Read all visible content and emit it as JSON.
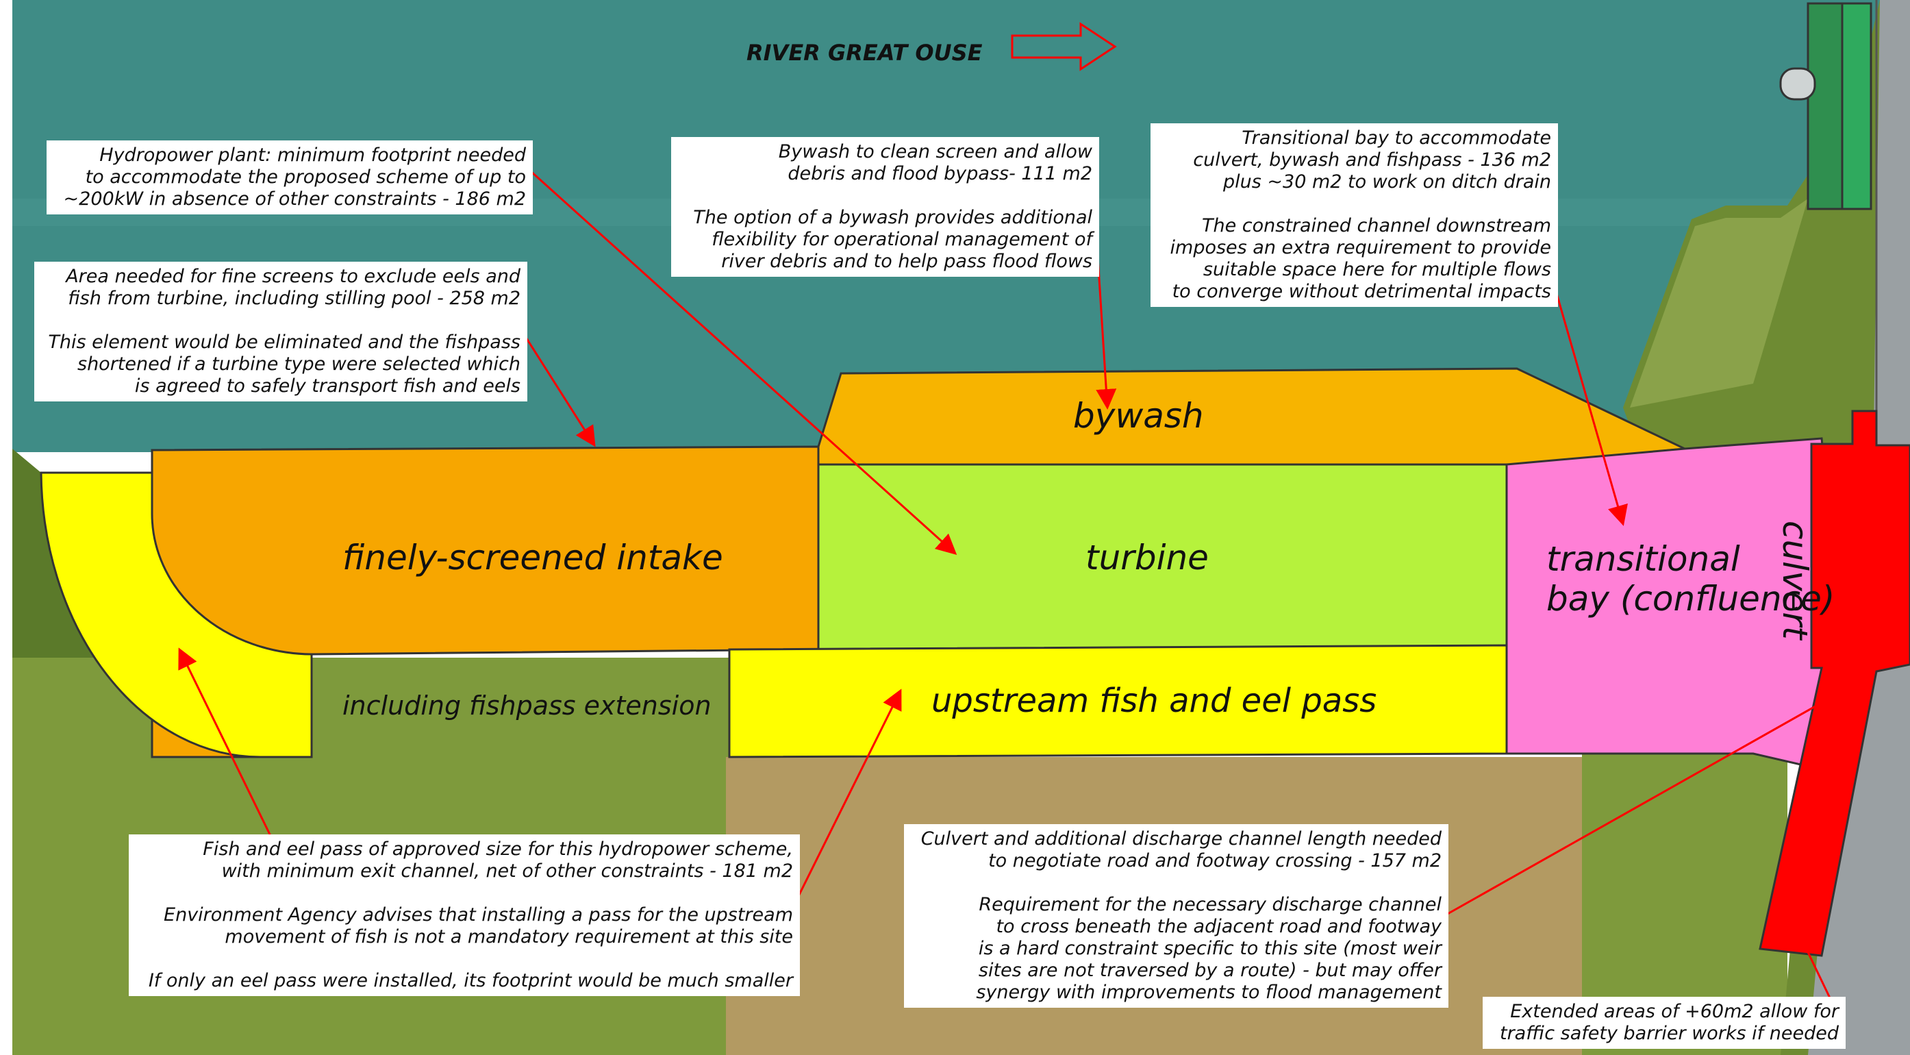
{
  "title": "RIVER GREAT OUSE",
  "colors": {
    "water": "#3f8c86",
    "grass": "#7e9a3c",
    "soil": "#b39a62",
    "intake": "#f7a600",
    "bywash": "#f7b400",
    "turbine": "#b6f23c",
    "fishpass": "#ffff00",
    "transitional": "#ff7fd6",
    "culvert": "#ff0000",
    "arrow": "#ff0000"
  },
  "zones": {
    "intake": "finely-screened intake",
    "intake_sub": "including fishpass extension",
    "bywash": "bywash",
    "turbine": "turbine",
    "fishpass": "upstream fish and eel pass",
    "transitional_line1": "transitional",
    "transitional_line2": "bay (confluence)",
    "culvert": "culvert"
  },
  "callouts": {
    "hydropower": {
      "p1": "Hydropower plant: minimum footprint needed\nto accommodate the proposed scheme of up to\n~200kW in absence of other constraints - 186 m2"
    },
    "screens": {
      "p1": "Area needed for fine screens to exclude eels and\nfish from turbine, including stilling pool - 258 m2",
      "p2": "This element would be eliminated and the fishpass\nshortened if a turbine type were selected which\nis agreed to safely transport fish and eels"
    },
    "bywash": {
      "p1": "Bywash to clean screen and allow\ndebris and flood bypass- 111 m2",
      "p2": "The option of a bywash provides additional\nflexibility for operational management of\nriver debris and to help pass flood flows"
    },
    "transitional": {
      "p1": "Transitional bay to accommodate\nculvert, bywash and fishpass - 136 m2\nplus ~30 m2 to work on ditch drain",
      "p2": "The constrained channel downstream\nimposes an extra requirement to provide\nsuitable space here for multiple flows\nto converge without detrimental impacts"
    },
    "fishpass": {
      "p1": "Fish and eel pass of approved size for this hydropower scheme,\nwith minimum exit channel, net of other constraints - 181 m2",
      "p2": "Environment Agency advises that installing a pass for the upstream\nmovement of fish is not a mandatory requirement at this site",
      "p3": "If only an eel pass were installed, its footprint would be much smaller"
    },
    "culvert": {
      "p1": "Culvert and additional discharge channel length needed\nto negotiate road and footway crossing - 157 m2",
      "p2": "Requirement for the necessary discharge channel\nto cross beneath the adjacent road and footway\nis a hard constraint specific to this site (most weir\nsites are not traversed by a route) - but may offer\nsynergy with improvements to flood management"
    },
    "safety": {
      "p1": "Extended areas of +60m2 allow for\ntraffic safety barrier works if needed"
    }
  }
}
